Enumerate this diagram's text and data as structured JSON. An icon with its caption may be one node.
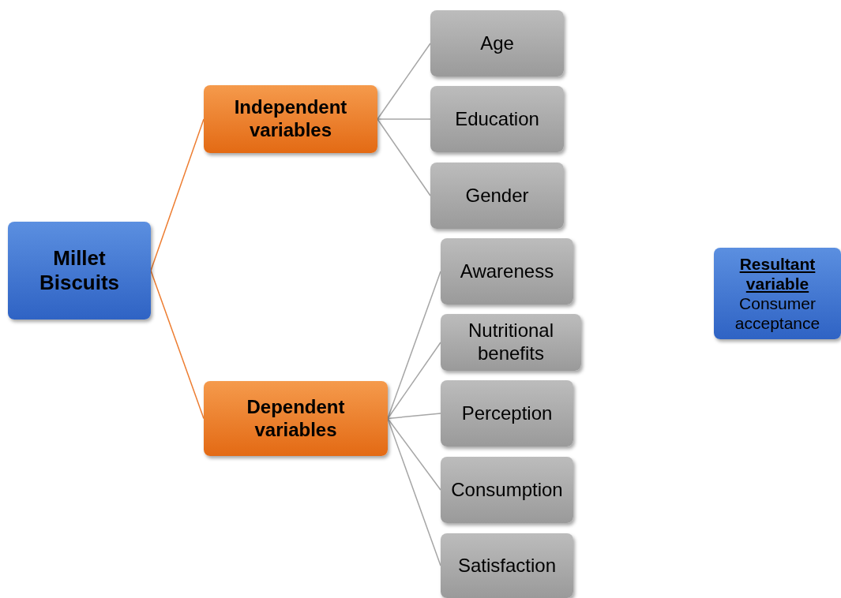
{
  "diagram": {
    "nodes": [
      {
        "text": [
          "Millet Biscuits"
        ]
      },
      {
        "text": [
          "Independent variables"
        ]
      },
      {
        "text": [
          "Dependent variables"
        ]
      },
      {
        "text": [
          "Age"
        ]
      },
      {
        "text": [
          "Education"
        ]
      },
      {
        "text": [
          "Gender"
        ]
      },
      {
        "text": [
          "Awareness"
        ]
      },
      {
        "text": [
          "Nutritional benefits"
        ]
      },
      {
        "text": [
          "Perception"
        ]
      },
      {
        "text": [
          "Consumption"
        ]
      },
      {
        "text": [
          "Satisfaction"
        ]
      },
      {
        "text": [
          "Resultant variable",
          "Consumer acceptance"
        ]
      }
    ],
    "edges": [
      {
        "from": 0,
        "to": 1,
        "arrow": "none",
        "color": "#ed7d31"
      },
      {
        "from": 0,
        "to": 2,
        "arrow": "none",
        "color": "#ed7d31"
      },
      {
        "from": 1,
        "to": 3,
        "arrow": "none"
      },
      {
        "from": 1,
        "to": 4,
        "arrow": "none"
      },
      {
        "from": 1,
        "to": 5,
        "arrow": "none"
      },
      {
        "from": 2,
        "to": 6,
        "arrow": "none"
      },
      {
        "from": 2,
        "to": 7,
        "arrow": "none"
      },
      {
        "from": 2,
        "to": 8,
        "arrow": "none"
      },
      {
        "from": 2,
        "to": 9,
        "arrow": "none"
      },
      {
        "from": 2,
        "to": 10,
        "arrow": "none"
      }
    ]
  }
}
